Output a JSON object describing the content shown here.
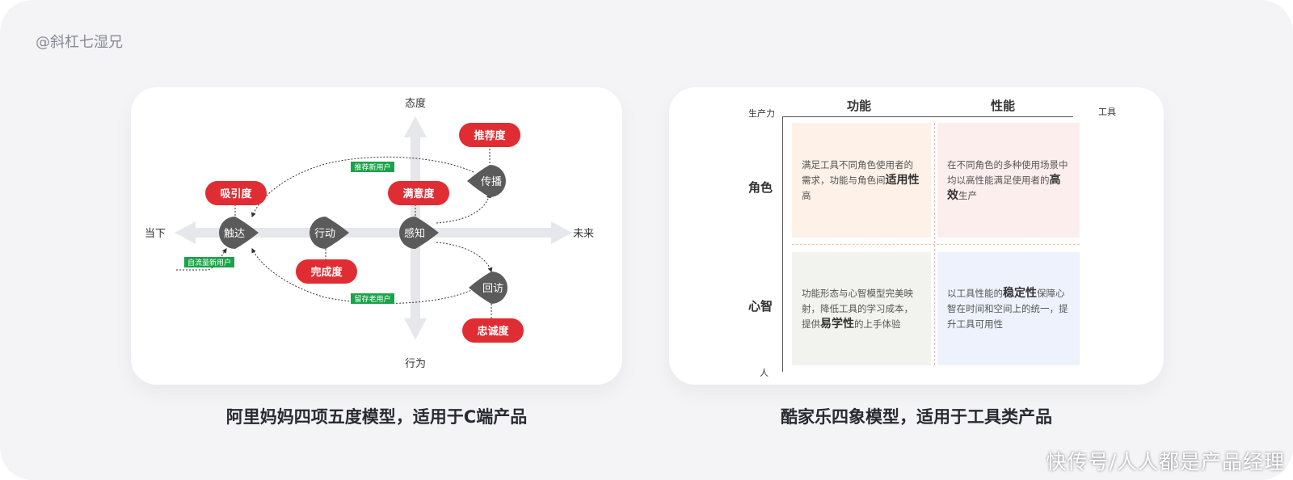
{
  "author": "@斜杠七湿兄",
  "watermark": "快传号/人人都是产品经理",
  "left": {
    "caption": "阿里妈妈四项五度模型，适用于C端产品",
    "axes": {
      "top": "态度",
      "bottom": "行为",
      "left": "当下",
      "right": "未来"
    },
    "nodes": {
      "chuda": "触达",
      "xingdong": "行动",
      "ganzhi": "感知",
      "chuanbo": "传播",
      "huifang": "回访"
    },
    "badges": {
      "xiyin": "吸引度",
      "wancheng": "完成度",
      "manyi": "满意度",
      "tuijian": "推荐度",
      "zhongcheng": "忠诚度"
    },
    "tags": {
      "tuijian_new": "推荐新用户",
      "ziliu_new": "自流量新用户",
      "liucun_old": "留存老用户"
    },
    "colors": {
      "red": "#df2d33",
      "node": "#5b5b5b",
      "axis": "#e6e7ea",
      "green": "#1aa34a"
    }
  },
  "right": {
    "caption": "酷家乐四象模型，适用于工具类产品",
    "axis_labels": {
      "productivity": "生产力",
      "tool": "工具",
      "person": "人"
    },
    "headers": {
      "func": "功能",
      "perf": "性能"
    },
    "rows": {
      "role": "角色",
      "mind": "心智"
    },
    "cells": {
      "tl": {
        "pre": "满足工具不同角色使用者的需求，功能与角色间",
        "em": "适用性",
        "post": "高"
      },
      "tr": {
        "pre": "在不同角色的多种使用场景中均以高性能满足使用者的",
        "em": "高效",
        "post": "生产"
      },
      "bl": {
        "pre": "功能形态与心智模型完美映射，降低工具的学习成本，提供",
        "em": "易学性",
        "post": "的上手体验"
      },
      "br": {
        "pre": "以工具性能的",
        "em": "稳定性",
        "post": "保障心智在时间和空间上的统一，提升工具可用性"
      }
    },
    "colors": {
      "tl": "#fdf1e8",
      "tr": "#fdeeee",
      "bl": "#f2f3ef",
      "br": "#eef2fd"
    }
  }
}
